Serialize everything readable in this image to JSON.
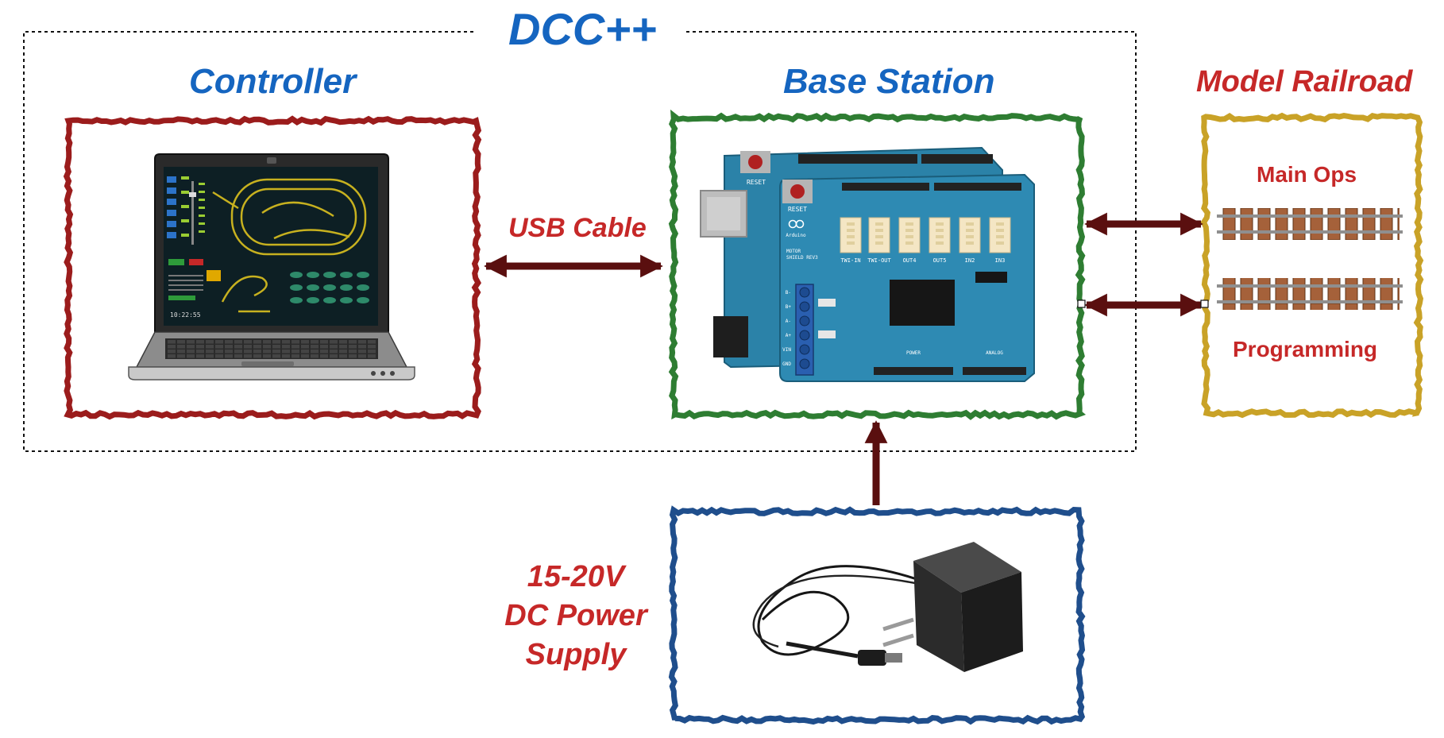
{
  "diagram": {
    "title": "DCC++",
    "sections": {
      "controller": {
        "label": "Controller",
        "clock": "10:22:55"
      },
      "base_station": {
        "label": "Base Station",
        "board_texts": {
          "reset_back": "RESET",
          "reset_front": "RESET",
          "brand": "Arduino",
          "shield_name": "MOTOR",
          "shield_rev": "SHIELD REV3",
          "connector_labels": [
            "TWI-IN",
            "TWI-OUT",
            "OUT4",
            "OUT5",
            "IN2",
            "IN3"
          ],
          "power_label": "POWER",
          "analog_label": "ANALOG",
          "terminal_labels": [
            "B-",
            "B+",
            "A-",
            "A+",
            "VIN",
            "GND"
          ]
        }
      },
      "model_railroad": {
        "label": "Model Railroad",
        "track_main": "Main Ops",
        "track_programming": "Programming"
      },
      "power_supply": {
        "label_lines": [
          "15-20V",
          "DC Power",
          "Supply"
        ]
      }
    },
    "connections": {
      "usb": "USB Cable"
    },
    "colors": {
      "title_blue": "#1565c0",
      "label_red": "#c62828",
      "controller_frame": "#9b1c1c",
      "base_frame": "#2e7d32",
      "railroad_frame": "#c9a227",
      "power_frame": "#1f4e8c",
      "arrow": "#5a0f0f",
      "board_blue": "#2f7fa3"
    }
  }
}
